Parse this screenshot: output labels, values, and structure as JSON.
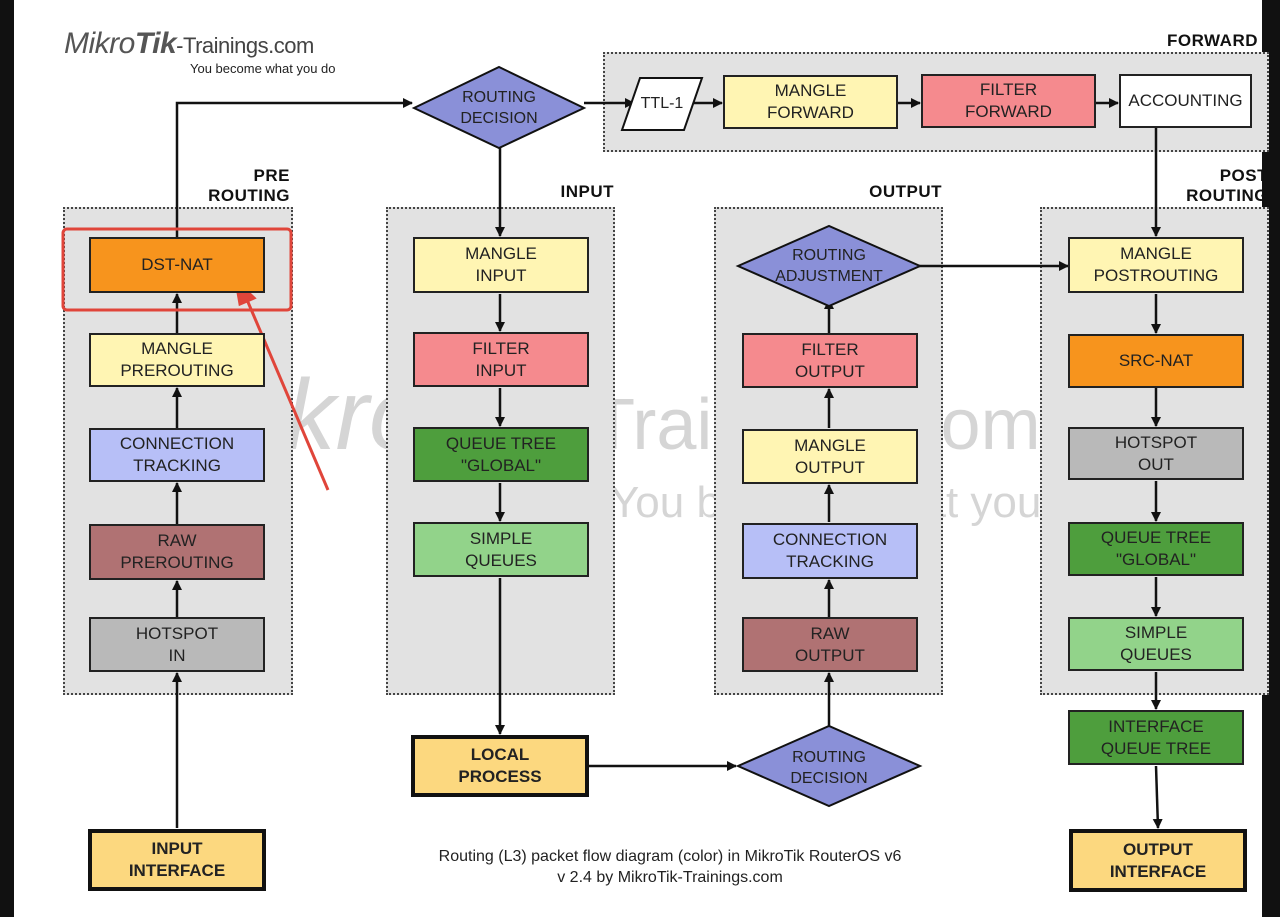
{
  "logo": {
    "brand_a": "Mikro",
    "brand_b": "Tik",
    "domain": "-Trainings.com",
    "tagline": "You become what you do"
  },
  "watermark": {
    "brand_a": "Mikro",
    "brand_b": "Tik",
    "domain": "-Trainings.com",
    "tagline": "You become what you do"
  },
  "groups": {
    "prerouting": "PRE\nROUTING",
    "input": "INPUT",
    "output": "OUTPUT",
    "postrouting": "POST\nROUTING",
    "forward": "FORWARD"
  },
  "prerouting": {
    "dst_nat": "DST-NAT",
    "mangle": "MANGLE\nPREROUTING",
    "conntrack": "CONNECTION\nTRACKING",
    "raw": "RAW\nPREROUTING",
    "hotspot": "HOTSPOT\nIN"
  },
  "input": {
    "mangle": "MANGLE\nINPUT",
    "filter": "FILTER\nINPUT",
    "queue_tree": "QUEUE TREE\n\"GLOBAL\"",
    "simple_queues": "SIMPLE\nQUEUES"
  },
  "output": {
    "routing_adjustment": "ROUTING\nADJUSTMENT",
    "filter": "FILTER\nOUTPUT",
    "mangle": "MANGLE\nOUTPUT",
    "conntrack": "CONNECTION\nTRACKING",
    "raw": "RAW\nOUTPUT"
  },
  "postrouting": {
    "mangle": "MANGLE\nPOSTROUTING",
    "src_nat": "SRC-NAT",
    "hotspot": "HOTSPOT\nOUT",
    "queue_tree": "QUEUE TREE\n\"GLOBAL\"",
    "simple_queues": "SIMPLE\nQUEUES",
    "interface_queue": "INTERFACE\nQUEUE TREE"
  },
  "forward": {
    "ttl": "TTL-1",
    "mangle": "MANGLE\nFORWARD",
    "filter": "FILTER\nFORWARD",
    "accounting": "ACCOUNTING"
  },
  "routing_decision_top": "ROUTING\nDECISION",
  "routing_decision_bottom": "ROUTING\nDECISION",
  "local_process": "LOCAL\nPROCESS",
  "input_interface": "INPUT\nINTERFACE",
  "output_interface": "OUTPUT\nINTERFACE",
  "caption": {
    "line1": "Routing (L3) packet flow diagram (color) in MikroTik RouterOS v6",
    "line2": "v 2.4 by MikroTik-Trainings.com"
  },
  "colors": {
    "yellow": "#fff5b3",
    "red": "#f58a8e",
    "orange": "#f7941d",
    "blue": "#b7bff7",
    "maroon": "#b07273",
    "grey": "#b9b9b9",
    "dark_green": "#4e9e3d",
    "light_green": "#92d38a",
    "gold": "#fcd87f",
    "diamond": "#8a90d8",
    "highlight": "#e0453a"
  }
}
